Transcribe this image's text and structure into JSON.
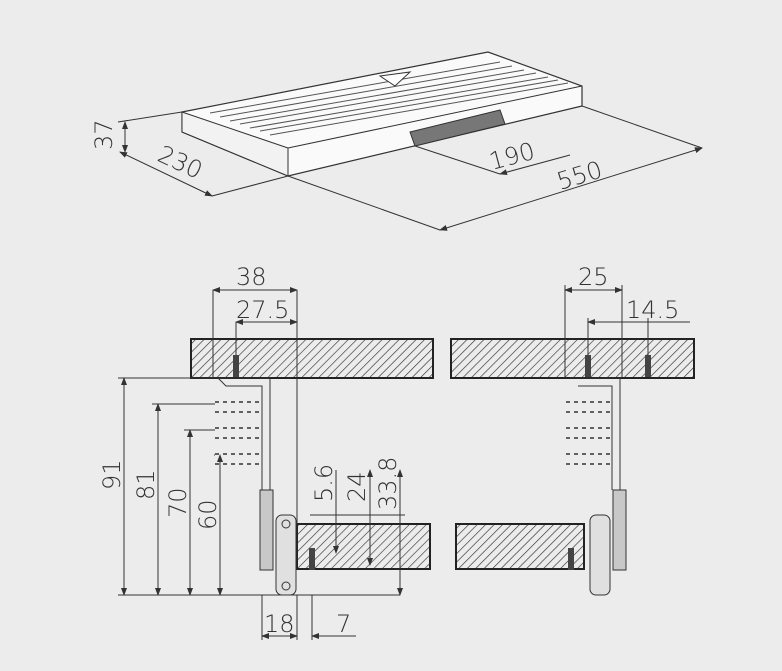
{
  "top_view": {
    "height": "37",
    "depth": "230",
    "keyboard_width": "190",
    "width": "550"
  },
  "left_section": {
    "d38": "38",
    "d27_5": "27.5",
    "d91": "91",
    "d81": "81",
    "d70": "70",
    "d60": "60",
    "d5_6": "5.6",
    "d24": "24",
    "d33_8": "33.8",
    "d18": "18",
    "d7": "7"
  },
  "right_section": {
    "d25": "25",
    "d14_5": "14.5"
  },
  "colors": {
    "background": "#ececec",
    "line": "#333333",
    "rail": "#c8c8c8"
  }
}
